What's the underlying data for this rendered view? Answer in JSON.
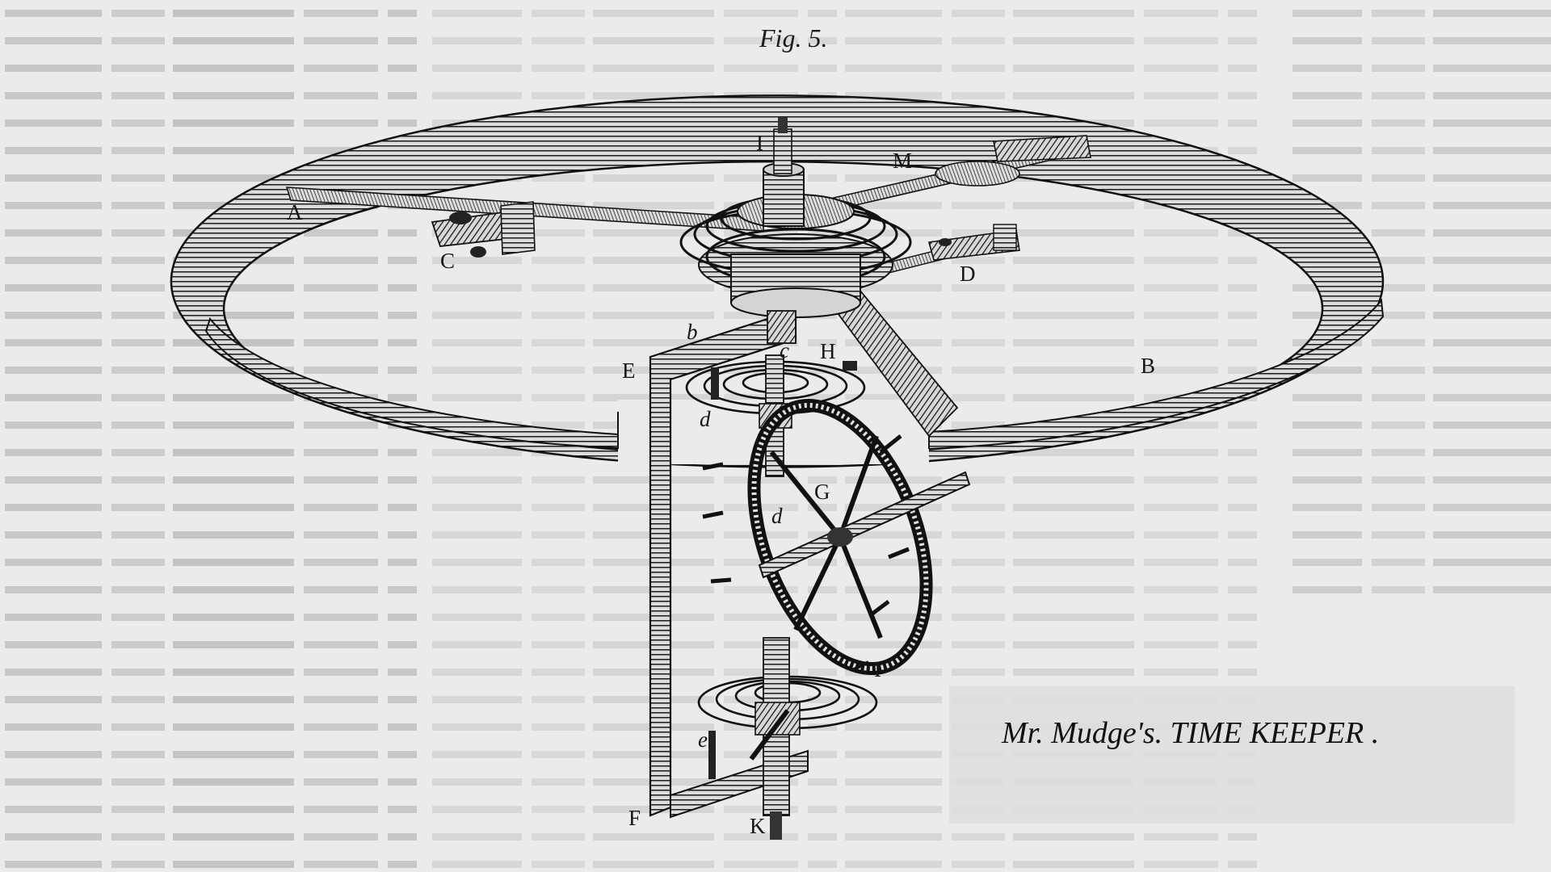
{
  "figure_label": "Fig. 5.",
  "caption": "Mr. Mudge's. TIME KEEPER .",
  "labels": {
    "A": "A",
    "B": "B",
    "C": "C",
    "D": "D",
    "E": "E",
    "F": "F",
    "G": "G",
    "H": "H",
    "I_top": "I",
    "I_bottom": "I",
    "K": "K",
    "M": "M",
    "b": "b",
    "c": "c",
    "d_upper": "d",
    "d_lower": "d",
    "e": "e"
  },
  "colors": {
    "paper": "#ebebeb",
    "ink": "#151515",
    "background_text": "#9a9a9a"
  }
}
